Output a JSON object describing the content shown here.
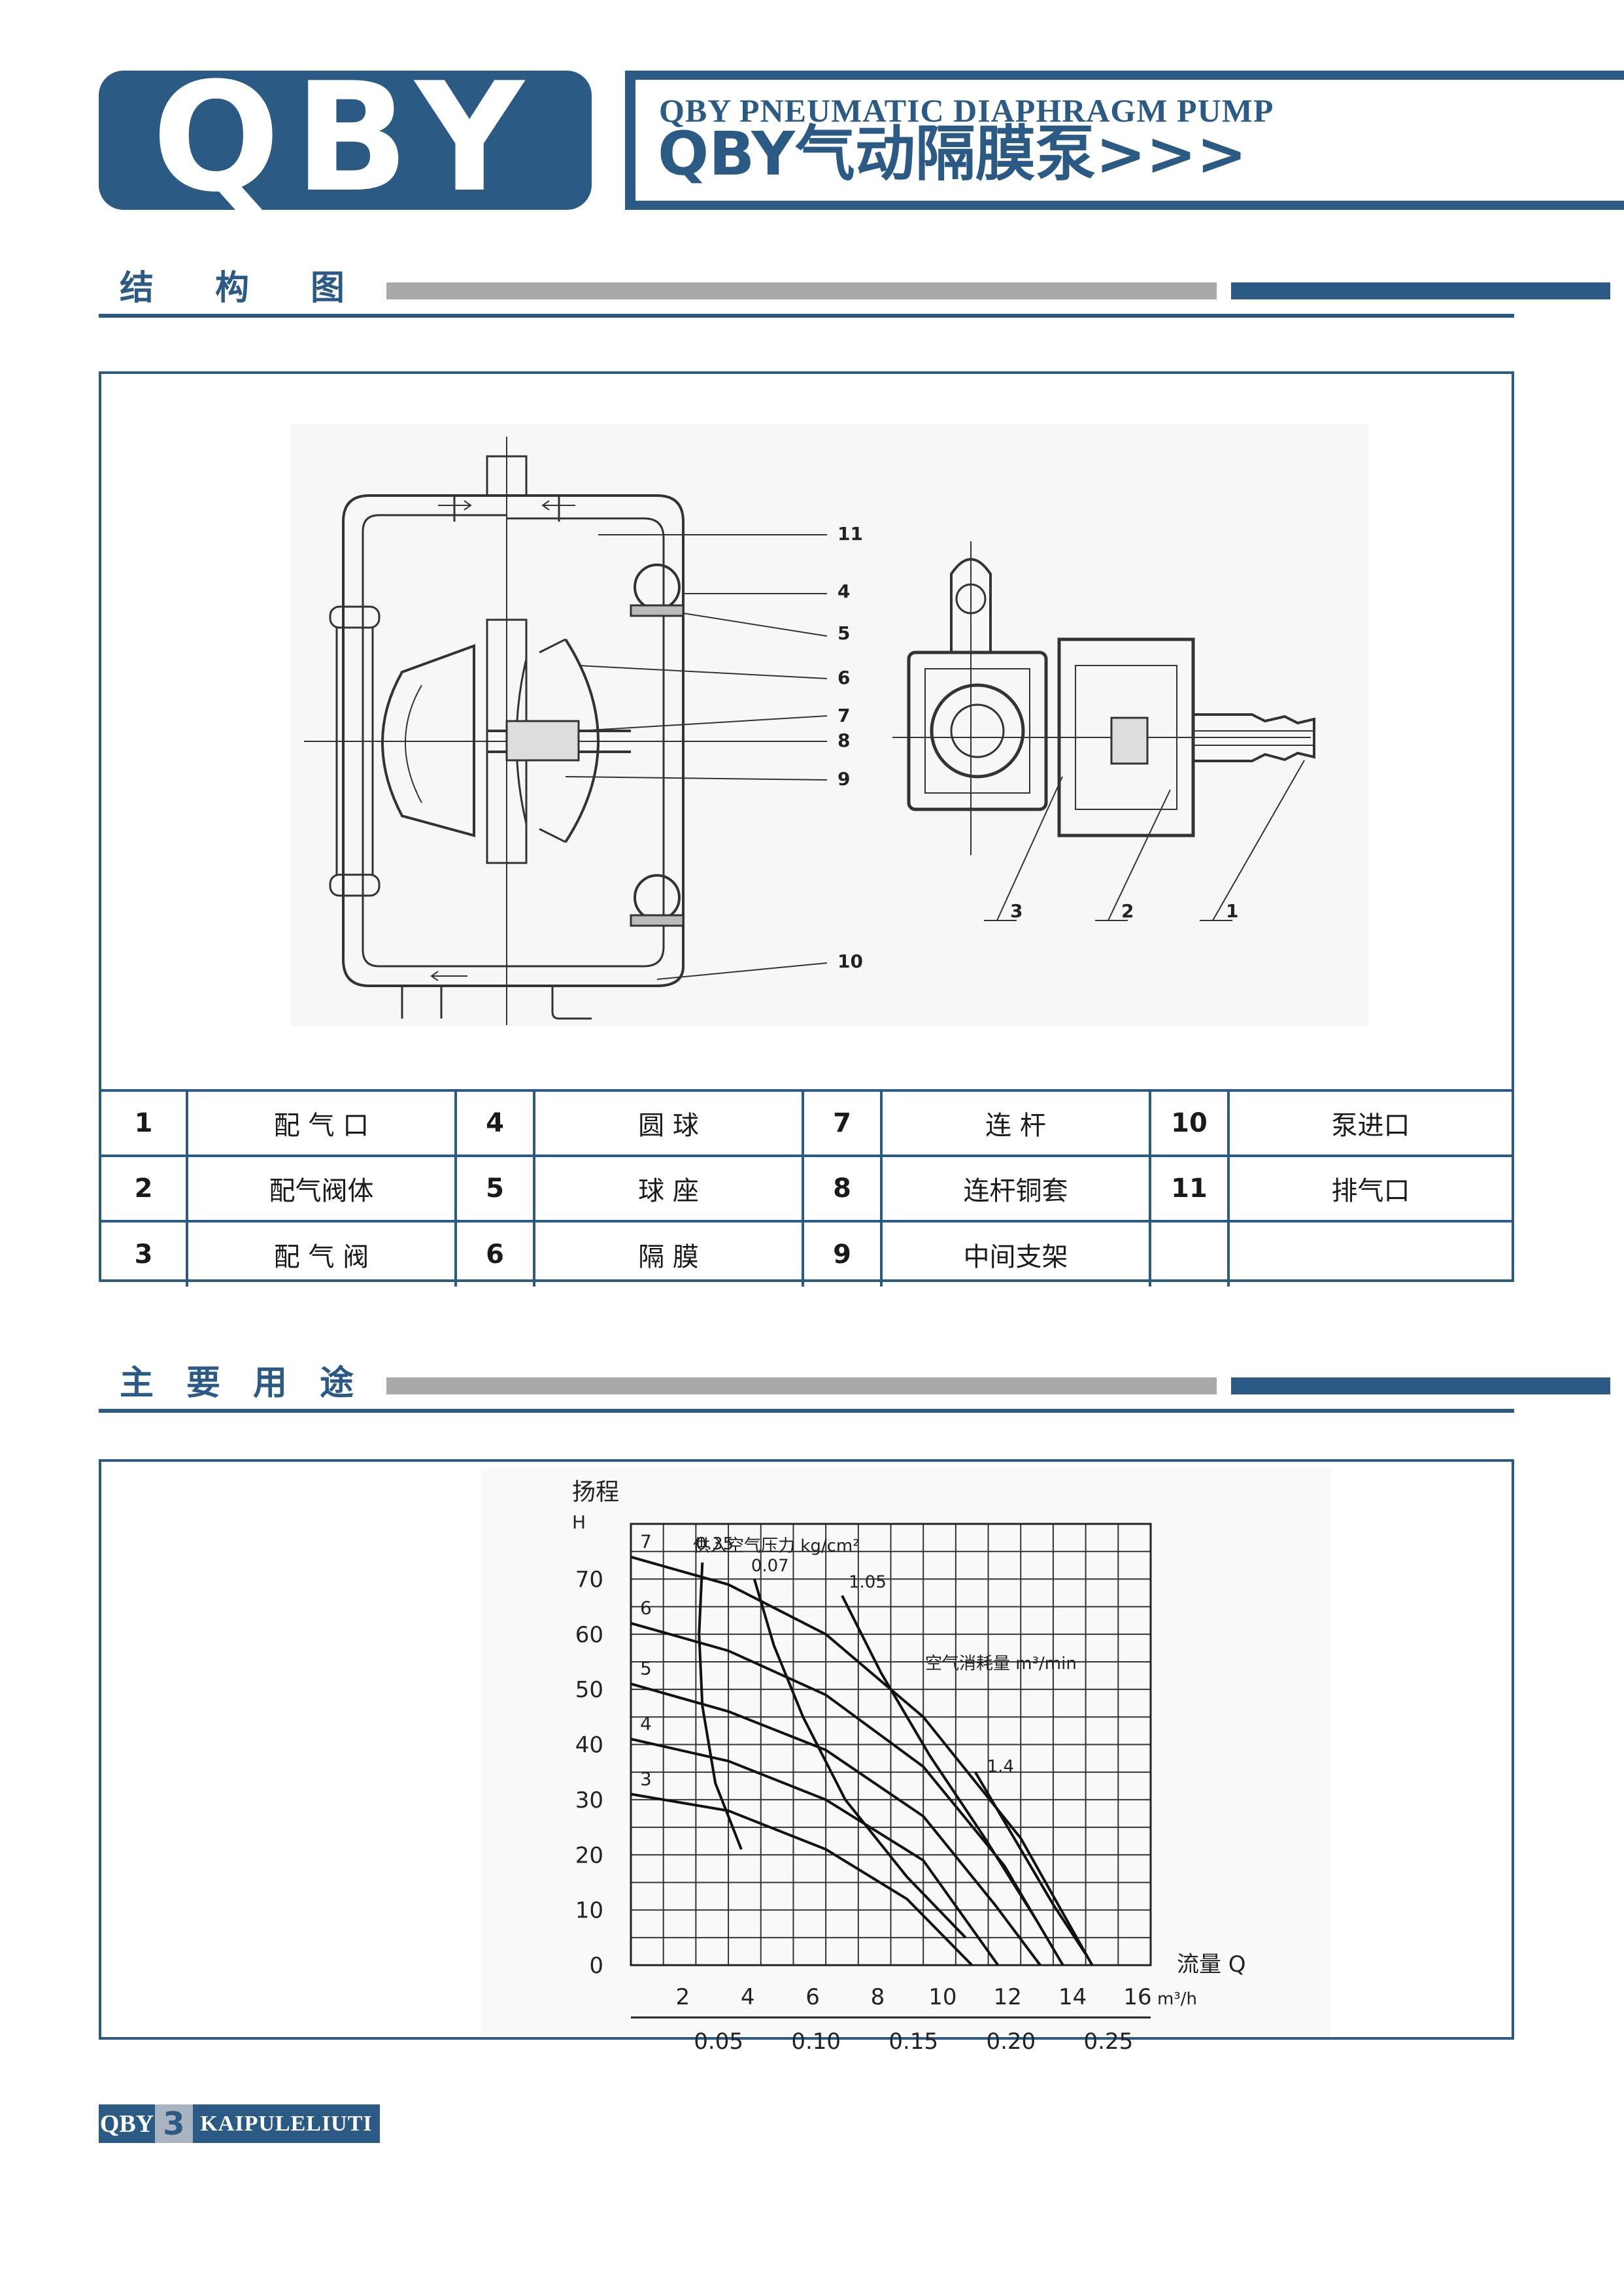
{
  "header": {
    "logo": "QBY",
    "title_en": "QBY PNEUMATIC DIAPHRAGM PUMP",
    "title_cn": "QBY气动隔膜泵>>>"
  },
  "sections": {
    "structure": "结构图",
    "usage": "主要用途"
  },
  "diagram": {
    "pump_callouts": [
      "11",
      "4",
      "5",
      "6",
      "7",
      "8",
      "9",
      "10"
    ],
    "valve_callouts": [
      "3",
      "2",
      "1"
    ]
  },
  "parts_table": {
    "rows": [
      [
        {
          "num": "1",
          "name": "配 气 口"
        },
        {
          "num": "4",
          "name": "圆    球"
        },
        {
          "num": "7",
          "name": "连      杆"
        },
        {
          "num": "10",
          "name": "泵进口"
        }
      ],
      [
        {
          "num": "2",
          "name": "配气阀体"
        },
        {
          "num": "5",
          "name": "球    座"
        },
        {
          "num": "8",
          "name": "连杆铜套"
        },
        {
          "num": "11",
          "name": "排气口"
        }
      ],
      [
        {
          "num": "3",
          "name": "配 气 阀"
        },
        {
          "num": "6",
          "name": "隔    膜"
        },
        {
          "num": "9",
          "name": "中间支架"
        },
        {
          "num": "",
          "name": ""
        }
      ]
    ]
  },
  "chart_data": {
    "type": "line",
    "y_title": "扬程",
    "y_symbol": "H",
    "y_ticks": [
      0,
      10,
      20,
      30,
      40,
      50,
      60,
      70
    ],
    "ylim": [
      0,
      80
    ],
    "x_title": "流量 Q",
    "x_unit": "m³/h",
    "x_ticks": [
      2,
      4,
      6,
      8,
      10,
      12,
      14,
      16
    ],
    "xlim": [
      0,
      16
    ],
    "x2_ticks": [
      "0.05",
      "0.10",
      "0.15",
      "0.20",
      "0.25"
    ],
    "x2_positions": [
      2.7,
      5.7,
      8.7,
      11.7,
      14.7
    ],
    "pressure_label": "供入空气压力  kg/cm²",
    "consumption_label": "空气消耗量  m³/min",
    "grid": true,
    "pressure_series": [
      {
        "name": "7",
        "points": [
          [
            0,
            74
          ],
          [
            3,
            69
          ],
          [
            6,
            60
          ],
          [
            9,
            45
          ],
          [
            12,
            23
          ],
          [
            14.2,
            0
          ]
        ]
      },
      {
        "name": "6",
        "points": [
          [
            0,
            62
          ],
          [
            3,
            57
          ],
          [
            6,
            49
          ],
          [
            9,
            36
          ],
          [
            11.5,
            18
          ],
          [
            13.3,
            0
          ]
        ]
      },
      {
        "name": "5",
        "points": [
          [
            0,
            51
          ],
          [
            3,
            46
          ],
          [
            6,
            39
          ],
          [
            9,
            27
          ],
          [
            11.2,
            11
          ],
          [
            12.6,
            0
          ]
        ]
      },
      {
        "name": "4",
        "points": [
          [
            0,
            41
          ],
          [
            3,
            37
          ],
          [
            6,
            30
          ],
          [
            9,
            19
          ],
          [
            11.3,
            0
          ]
        ]
      },
      {
        "name": "3",
        "points": [
          [
            0,
            31
          ],
          [
            3,
            28
          ],
          [
            6,
            21
          ],
          [
            8.5,
            12
          ],
          [
            10.5,
            0
          ]
        ]
      }
    ],
    "consumption_series": [
      {
        "name": "0.35",
        "points": [
          [
            2.2,
            73
          ],
          [
            2.1,
            60
          ],
          [
            2.2,
            47
          ],
          [
            2.6,
            33
          ],
          [
            3.4,
            21
          ]
        ]
      },
      {
        "name": "0.07",
        "points": [
          [
            3.8,
            70
          ],
          [
            4.4,
            58
          ],
          [
            5.3,
            45
          ],
          [
            6.6,
            30
          ],
          [
            8.5,
            16
          ],
          [
            10.3,
            5
          ]
        ]
      },
      {
        "name": "1.05",
        "points": [
          [
            6.5,
            67
          ],
          [
            7.7,
            53
          ],
          [
            9.2,
            38
          ],
          [
            10.9,
            23
          ],
          [
            12.5,
            8
          ]
        ]
      },
      {
        "name": "1.4",
        "points": [
          [
            10.6,
            35
          ],
          [
            11.8,
            23
          ],
          [
            13.0,
            11
          ],
          [
            14.0,
            2
          ]
        ]
      }
    ],
    "series_labels": {
      "p7": "7",
      "p6": "6",
      "p5": "5",
      "p4": "4",
      "p3": "3",
      "c035": "0.35",
      "c007": "0.07",
      "c105": "1.05",
      "c14": "1.4"
    }
  },
  "footer": {
    "brand": "QBY",
    "page": "3",
    "company": "KAIPULELIUTI"
  },
  "colors": {
    "brand_blue": "#2b5b85",
    "bar_grey": "#a9a9ab"
  }
}
